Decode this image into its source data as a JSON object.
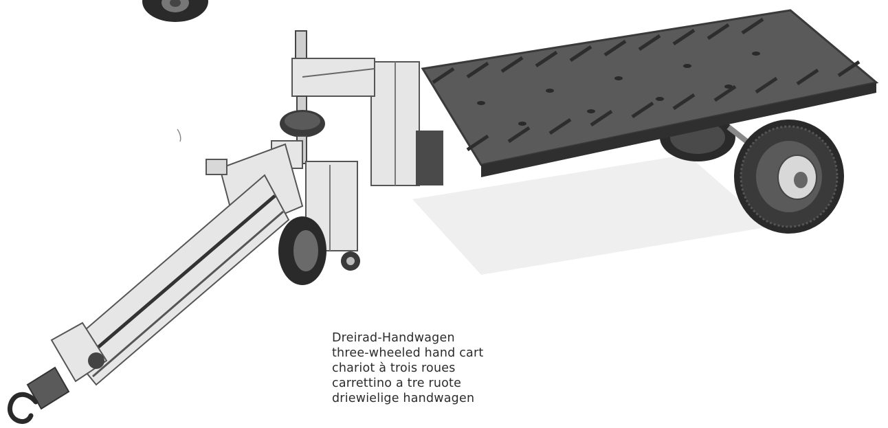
{
  "caption": {
    "lines": [
      "Dreirad-Handwagen",
      "three-wheeled hand cart",
      "chariot à trois roues",
      "carrettino a tre ruote",
      "driewielige handwagen"
    ]
  },
  "colors": {
    "paper": "#ffffff",
    "deck": "#5a5a5a",
    "deck_edge": "#3a3a3a",
    "block": "#e6e6e6",
    "tire": "#2a2a2a",
    "text": "#2b2b2b"
  }
}
